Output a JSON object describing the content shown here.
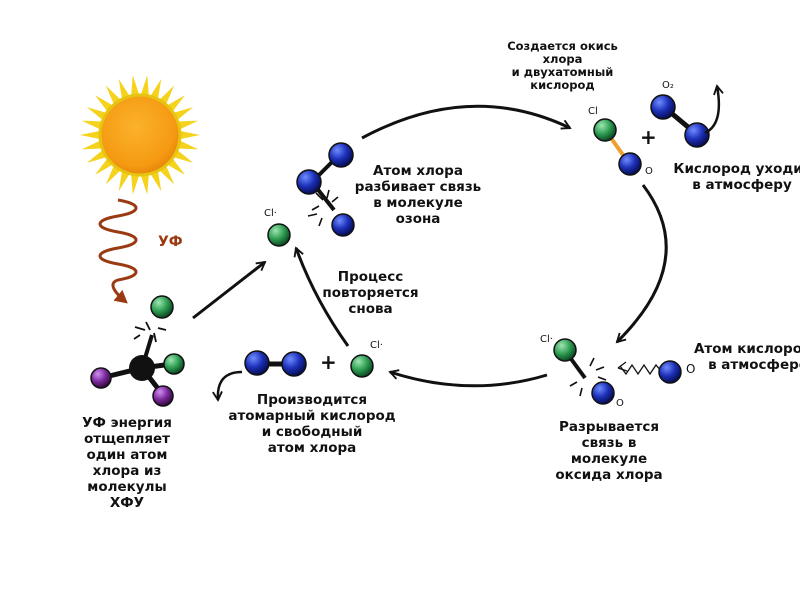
{
  "colors": {
    "sun_core": "#f7a21b",
    "sun_rays": "#f5d21c",
    "uv_wave": "#9a3a12",
    "arrow": "#111111",
    "chlorine": "#2e9e52",
    "oxygen": "#1c2fb8",
    "carbon": "#111111",
    "fluorine": "#7a2a9c",
    "bond_orange": "#f0a030"
  },
  "labels": {
    "uv": "УФ",
    "uv_energy": "УФ энергия\nотщепляет\nодин атом\nхлора из\nмолекулы\nХФУ",
    "breaks_ozone": "Атом хлора\nразбивает связь\nв молекуле\nозона",
    "forms_oxide": "Создается окись\nхлора\nи двухатомный\nкислород",
    "oxygen_leaves": "Кислород уходит\nв атмосферу",
    "atom_oxygen": "Атом кислорода\nв атмосфере",
    "breaks_oxide": "Разрывается\nсвязь в\nмолекуле\nоксида хлора",
    "produces": "Производится\nатомарный кислород\nи свободный\nатом хлора",
    "repeat": "Процесс\nповторяется\nснова"
  },
  "atom_tags": {
    "cl_radical_1": "Cl·",
    "cl_oxide": "Cl",
    "o_oxide": "O",
    "o2": "O₂",
    "cl_bottom_right": "Cl·",
    "o_bottom_right": "O",
    "o_free": "O",
    "cl_bottom_left": "Cl·"
  },
  "symbols": {
    "plus": "+"
  }
}
